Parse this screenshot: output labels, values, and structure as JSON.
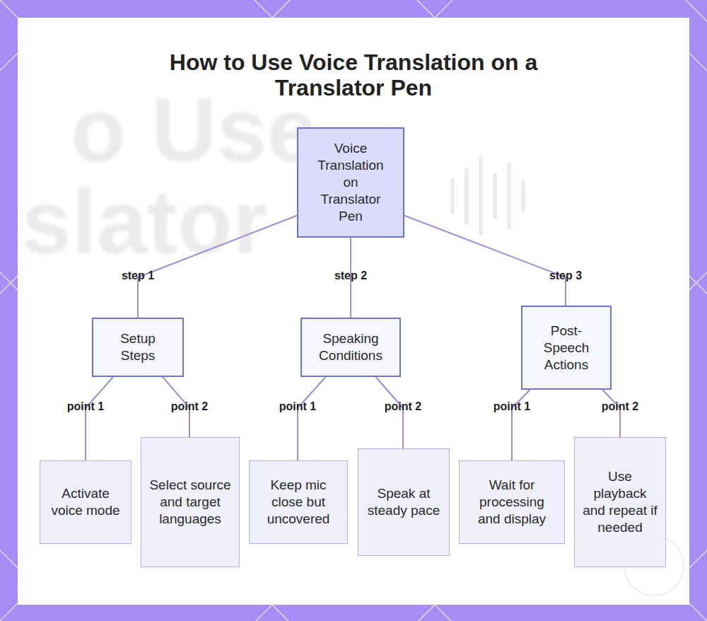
{
  "diagram": {
    "title": "How to Use Voice Translation on a Translator Pen",
    "nodes": [
      {
        "text": [
          "Voice Translation on Translator Pen"
        ]
      },
      {
        "text": [
          "Setup Steps"
        ]
      },
      {
        "text": [
          "Speaking Conditions"
        ]
      },
      {
        "text": [
          "Post-Speech Actions"
        ]
      },
      {
        "text": [
          "Activate voice mode"
        ]
      },
      {
        "text": [
          "Select source and target languages"
        ]
      },
      {
        "text": [
          "Keep mic close but uncovered"
        ]
      },
      {
        "text": [
          "Speak at steady pace"
        ]
      },
      {
        "text": [
          "Wait for processing and display"
        ]
      },
      {
        "text": [
          "Use playback and repeat if needed"
        ]
      }
    ],
    "edges": [
      {
        "from": 0,
        "to": 1,
        "label": "step 1",
        "arrow": "none"
      },
      {
        "from": 0,
        "to": 2,
        "label": "step 2",
        "arrow": "none"
      },
      {
        "from": 0,
        "to": 3,
        "label": "step 3",
        "arrow": "none"
      },
      {
        "from": 1,
        "to": 4,
        "label": "point 1",
        "arrow": "none"
      },
      {
        "from": 1,
        "to": 5,
        "label": "point 2",
        "arrow": "none"
      },
      {
        "from": 2,
        "to": 6,
        "label": "point 1",
        "arrow": "none"
      },
      {
        "from": 2,
        "to": 7,
        "label": "point 2",
        "arrow": "none"
      },
      {
        "from": 3,
        "to": 8,
        "label": "point 1",
        "arrow": "none"
      },
      {
        "from": 3,
        "to": 9,
        "label": "point 2",
        "arrow": "none"
      }
    ],
    "labels": [
      "o Use",
      "slator"
    ]
  }
}
